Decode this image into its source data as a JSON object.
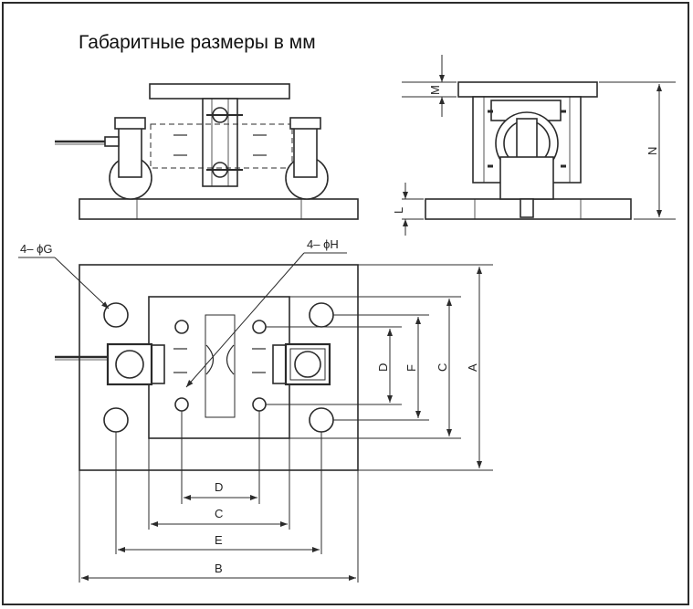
{
  "title": "Габаритные размеры в мм",
  "labels": {
    "hole_g": "4– ϕG",
    "hole_h": "4– ϕH",
    "dim_a": "A",
    "dim_b": "B",
    "dim_c": "C",
    "dim_d": "D",
    "dim_e": "E",
    "dim_f": "F",
    "dim_l": "L",
    "dim_m": "M",
    "dim_n": "N"
  },
  "colors": {
    "line": "#2b2b2b",
    "light": "#888888"
  }
}
